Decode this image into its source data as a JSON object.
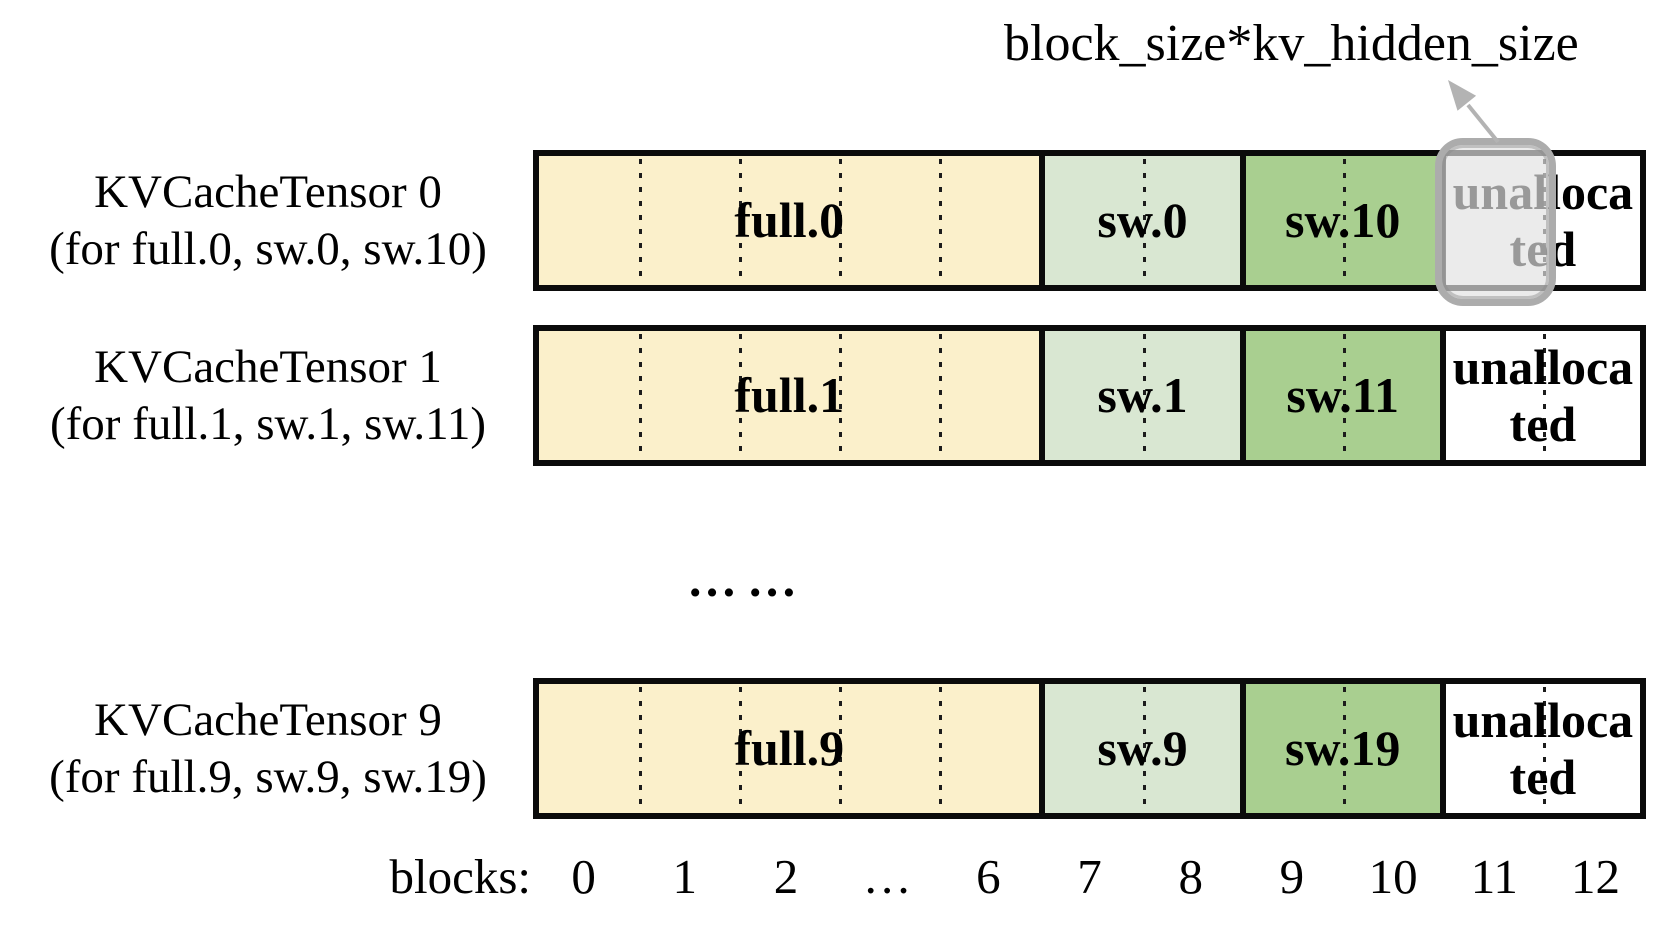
{
  "annotation": {
    "label": "block_size*kv_hidden_size",
    "highlight": {
      "row": "KVCacheTensor 0",
      "block_label": "11"
    }
  },
  "colors": {
    "full": "#FBF0CB",
    "sw_early": "#D9E7D2",
    "sw_late": "#A9CF90",
    "unallocated": "#FFFFFF",
    "border": "#0B0B0B",
    "highlight_gray": "#ACACAC",
    "arrow_gray": "#B3B3B3"
  },
  "rows": [
    {
      "title": "KVCacheTensor 0",
      "subtitle": "(for full.0, sw.0, sw.10)",
      "segments": [
        {
          "label": "full.0",
          "blocks": 5,
          "color": "full"
        },
        {
          "label": "sw.0",
          "blocks": 2,
          "color": "sw_early"
        },
        {
          "label": "sw.10",
          "blocks": 2,
          "color": "sw_late"
        },
        {
          "lines": [
            "unalloca",
            "ted"
          ],
          "blocks": 2,
          "color": "unallocated"
        }
      ]
    },
    {
      "title": "KVCacheTensor 1",
      "subtitle": "(for full.1, sw.1, sw.11)",
      "segments": [
        {
          "label": "full.1",
          "blocks": 5,
          "color": "full"
        },
        {
          "label": "sw.1",
          "blocks": 2,
          "color": "sw_early"
        },
        {
          "label": "sw.11",
          "blocks": 2,
          "color": "sw_late"
        },
        {
          "lines": [
            "unalloca",
            "ted"
          ],
          "blocks": 2,
          "color": "unallocated"
        }
      ]
    },
    {
      "title": "KVCacheTensor 9",
      "subtitle": "(for full.9, sw.9, sw.19)",
      "segments": [
        {
          "label": "full.9",
          "blocks": 5,
          "color": "full"
        },
        {
          "label": "sw.9",
          "blocks": 2,
          "color": "sw_early"
        },
        {
          "label": "sw.19",
          "blocks": 2,
          "color": "sw_late"
        },
        {
          "lines": [
            "unalloca",
            "ted"
          ],
          "blocks": 2,
          "color": "unallocated"
        }
      ]
    }
  ],
  "between_rows_ellipsis": "……",
  "axis": {
    "label": "blocks:",
    "ticks": [
      "0",
      "1",
      "2",
      "…",
      "6",
      "7",
      "8",
      "9",
      "10",
      "11",
      "12"
    ]
  }
}
